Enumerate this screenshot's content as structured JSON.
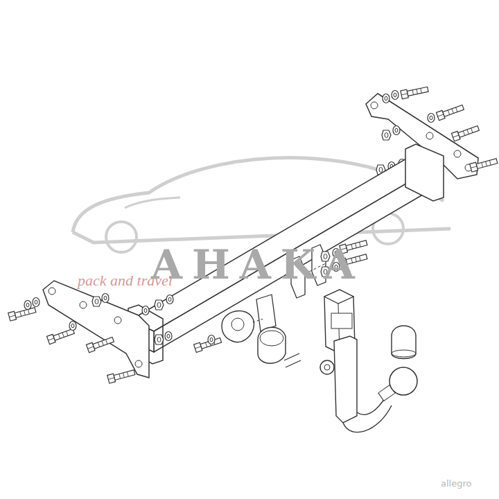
{
  "diagram": {
    "labels": [
      "AHAKA",
      "pack and travel",
      "allegro"
    ]
  }
}
